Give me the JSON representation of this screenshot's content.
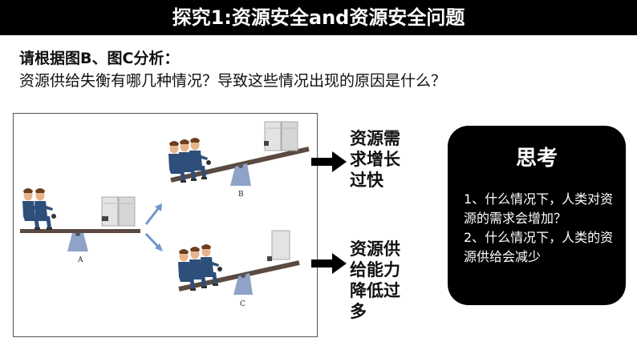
{
  "header": {
    "title": "探究1:资源安全and资源安全问题"
  },
  "question": {
    "line1": "请根据图B、图C分析：",
    "line2": "资源供给失衡有哪几种情况？导致这些情况出现的原因是什么？"
  },
  "figure": {
    "label_a": "A",
    "label_b": "B",
    "label_c": "C"
  },
  "results": {
    "b_text": "资源需求增长过快",
    "c_text": "资源供给能力降低过多"
  },
  "think": {
    "title": "思考",
    "items": [
      "1、什么情况下，人类对资源的需求会增加？",
      "2、什么情况下，人类的资源供给会减少"
    ]
  },
  "colors": {
    "title_bg": "#000000",
    "think_bg": "#000000",
    "person_suit": "#2e4f7a",
    "fulcrum": "#8fa3c8",
    "small_arrow": "#6f96c9"
  }
}
